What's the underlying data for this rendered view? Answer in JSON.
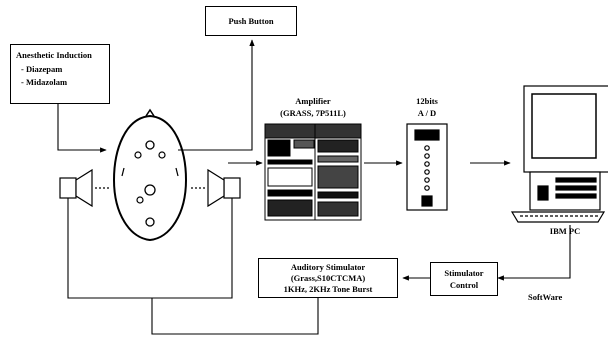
{
  "anesthetic": {
    "title": "Anesthetic Induction",
    "items": [
      "- Diazepam",
      "- Midazolam"
    ]
  },
  "push_button": {
    "label": "Push Button"
  },
  "amplifier": {
    "title": "Amplifier",
    "model": "(GRASS, 7P511L)"
  },
  "adc": {
    "bits": "12bits",
    "label": "A / D"
  },
  "pc": {
    "label": "IBM PC"
  },
  "software": {
    "label": "SoftWare"
  },
  "stim_control": {
    "line1": "Stimulator",
    "line2": "Control"
  },
  "auditory": {
    "line1": "Auditory Stimulator",
    "line2": "(Grass,S10CTCMA)",
    "line3": "1KHz, 2KHz Tone Burst"
  }
}
